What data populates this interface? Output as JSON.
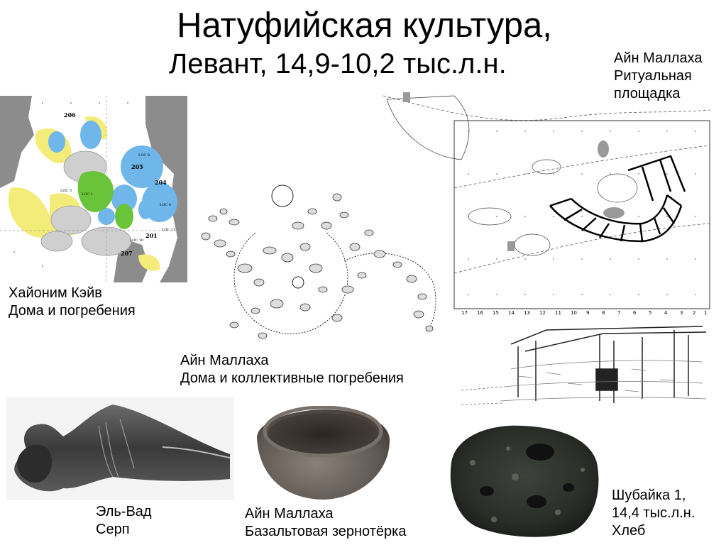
{
  "slide": {
    "title_line1": "Натуфийская культура,",
    "title_line2": "Левант, 14,9-10,2 тыс.л.н."
  },
  "captions": {
    "hayonim": [
      "Хайоним Кэйв",
      "Дома и погребения"
    ],
    "mallaha_houses": [
      "Айн Маллаха",
      "Дома и коллективные погребения"
    ],
    "mallaha_ritual": [
      "Айн Маллаха",
      "Ритуальная",
      "площадка"
    ],
    "el_wad": [
      "Эль-Вад",
      "Серп"
    ],
    "mallaha_quern": [
      "Айн Маллаха",
      "Базальтовая зернотёрка"
    ],
    "shubayqa": [
      "Шубайка 1,",
      "14,4 тыс.л.н.",
      "Хлеб"
    ]
  },
  "plan_labels": {
    "hayonim": [
      "206",
      "205",
      "204",
      "201",
      "207",
      "LOC 1",
      "LOC 3",
      "LOC 4",
      "LOC 8",
      "LOC 10",
      "LOC 11"
    ],
    "grid_numbers": [
      "17",
      "16",
      "15",
      "14",
      "13",
      "12",
      "11",
      "10",
      "9",
      "8",
      "7",
      "6",
      "5",
      "4",
      "3",
      "2",
      "1"
    ]
  },
  "colors": {
    "text": "#000000",
    "cave_rock": "#8c8c8c",
    "zone_yellow": "#f3ec78",
    "zone_blue": "#6fb6ea",
    "zone_green": "#6ac43a",
    "stone_grey": "#cfcfcf"
  }
}
